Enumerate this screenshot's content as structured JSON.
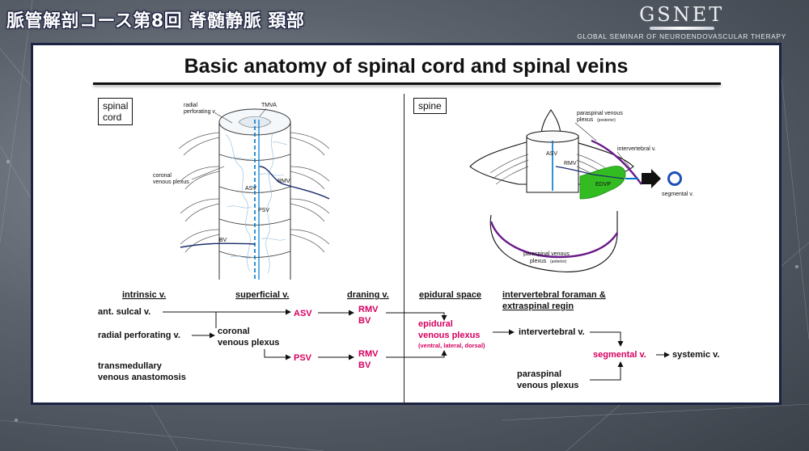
{
  "header": {
    "title": "脈管解剖コース第8回 脊髄静脈 頚部",
    "logo_text": "GSNET",
    "logo_subtitle": "GLOBAL SEMINAR OF NEUROENDOVASCULAR THERAPY"
  },
  "slide": {
    "title": "Basic anatomy of spinal cord and spinal veins"
  },
  "cord_figure": {
    "box_label_line1": "spinal",
    "box_label_line2": "cord",
    "labels": {
      "radial_1": "radial",
      "radial_2": "perforating v.",
      "tmva": "TMVA",
      "coronal_1": "coronal",
      "coronal_2": "venous plexus",
      "asv": "ASV",
      "rmv": "RMV",
      "psv": "PSV",
      "bv": "BV"
    }
  },
  "spine_figure": {
    "box_label": "spine",
    "labels": {
      "para_post_1": "paraspinal venous",
      "para_post_2": "plexus",
      "para_post_qual": "(posterior)",
      "intervertebral": "intervertebral v.",
      "asv": "ASV",
      "rmv": "RMV",
      "edvp": "EDVP",
      "segmental": "segmental v.",
      "para_ant_1": "paraspinal venous",
      "para_ant_2": "plexus",
      "para_ant_qual": "(anterior)"
    }
  },
  "flow": {
    "headers": {
      "intrinsic": "intrinsic v.",
      "superficial": "superficial v.",
      "draining": "draning v.",
      "epidural": "epidural space",
      "foramen_1": "intervertebral foraman &",
      "foramen_2": "extraspinal regin"
    },
    "nodes": {
      "ant_sulcal": "ant. sulcal v.",
      "radial_perforating": "radial perforating v.",
      "transmedullary_1": "transmedullary",
      "transmedullary_2": "venous anastomosis",
      "coronal_1": "coronal",
      "coronal_2": "venous plexus",
      "asv": "ASV",
      "psv": "PSV",
      "rmv_1": "RMV",
      "bv_1": "BV",
      "rmv_2": "RMV",
      "bv_2": "BV",
      "epidural_1": "epidural",
      "epidural_2": "venous plexus",
      "epidural_3": "(ventral, lateral, dorsal)",
      "intervertebral": "intervertebral v.",
      "paraspinal_1": "paraspinal",
      "paraspinal_2": "venous plexus",
      "segmental": "segmental v.",
      "systemic": "systemic v."
    },
    "colors": {
      "highlight": "#d6005f",
      "text": "#111111"
    }
  },
  "colors": {
    "frame": "#1c2443",
    "vein_blue": "#0077cc",
    "vein_navy": "#1a2a6c",
    "vein_purple": "#6a1b8a",
    "plexus_green": "#33bb22",
    "segmental_ring": "#1d4fb8"
  }
}
